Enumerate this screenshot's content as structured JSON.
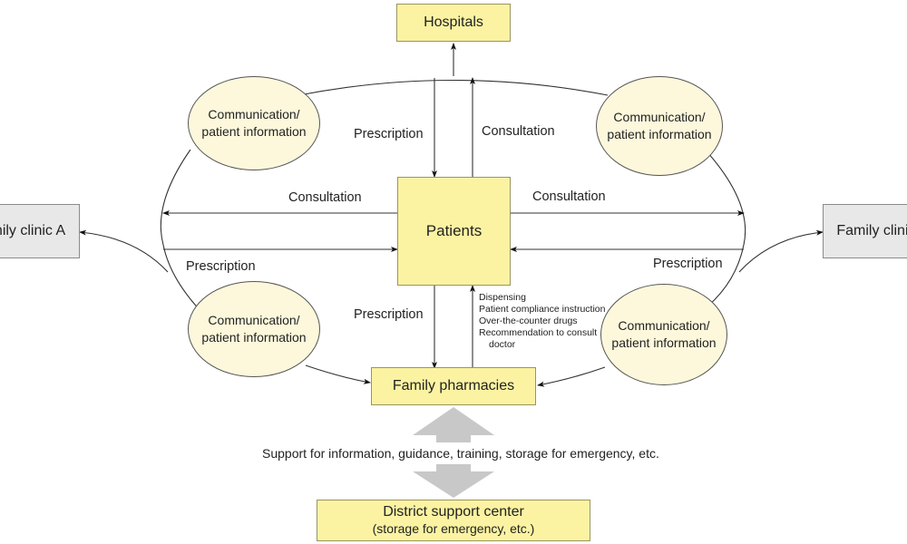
{
  "nodes": {
    "hospitals": "Hospitals",
    "patients": "Patients",
    "family_clinic_a": "Family clinic A",
    "family_clinic_b": "Family clinic B",
    "family_pharmacies": "Family pharmacies",
    "district_support_center": {
      "title": "District support center",
      "subtitle": "(storage for emergency, etc.)"
    }
  },
  "ovals": [
    {
      "line1": "Communication/",
      "line2": "patient information"
    },
    {
      "line1": "Communication/",
      "line2": "patient information"
    },
    {
      "line1": "Communication/",
      "line2": "patient information"
    },
    {
      "line1": "Communication/",
      "line2": "patient information"
    }
  ],
  "edge_labels": {
    "top_prescription": "Prescription",
    "top_consultation": "Consultation",
    "left_consultation": "Consultation",
    "left_prescription": "Prescription",
    "right_consultation": "Consultation",
    "right_prescription": "Prescription",
    "bottom_prescription": "Prescription"
  },
  "pharmacy_services": [
    "Dispensing",
    "Patient compliance instruction",
    "Over-the-counter drugs",
    "Recommendation to consult",
    "doctor"
  ],
  "support_label": "Support for information, guidance, training, storage for emergency, etc.",
  "colors": {
    "node_fill": "#fbf3a2",
    "clinic_fill": "#e8e8e8",
    "oval_fill": "#fdf8dc",
    "big_arrow": "#c8c8c8"
  }
}
